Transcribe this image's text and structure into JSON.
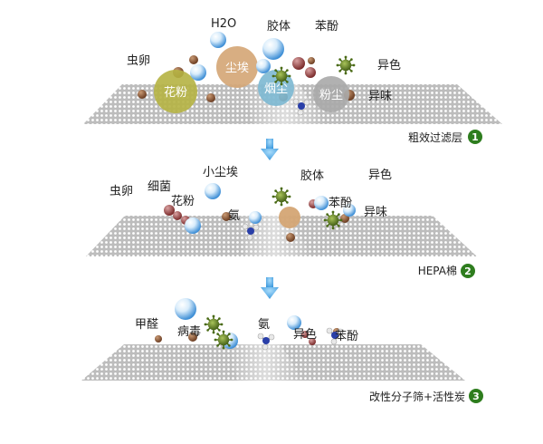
{
  "colors": {
    "badge": "#2e7d1e",
    "arrow": "#4aa7e6",
    "mesh": "#9a9a9a",
    "bubble": "#5aa9e6",
    "virus": "#6b8e23",
    "pollen_circle": "#b5b242",
    "dust_circle": "#d4a574",
    "smoke_circle": "#7cb8d1",
    "powder_circle": "#a8a8a8",
    "particle_brown": "#8b5a3c"
  },
  "stages": [
    {
      "caption": "粗效过滤层",
      "number": "1",
      "labels": [
        "H2O",
        "胶体",
        "苯酚",
        "虫卵",
        "异色",
        "异味"
      ],
      "circles": [
        "花粉",
        "尘埃",
        "烟尘",
        "粉尘"
      ]
    },
    {
      "caption": "HEPA棉",
      "number": "2",
      "labels": [
        "小尘埃",
        "胶体",
        "异色",
        "虫卵",
        "细菌",
        "花粉",
        "苯酚",
        "异味",
        "氨"
      ]
    },
    {
      "caption": "改性分子筛+活性炭",
      "number": "3",
      "labels": [
        "甲醛",
        "病毒",
        "氨",
        "异色",
        "苯酚"
      ]
    }
  ],
  "icons": [
    "down-arrow-icon",
    "bubble-icon",
    "virus-icon",
    "molecule-icon",
    "particle-icon"
  ]
}
